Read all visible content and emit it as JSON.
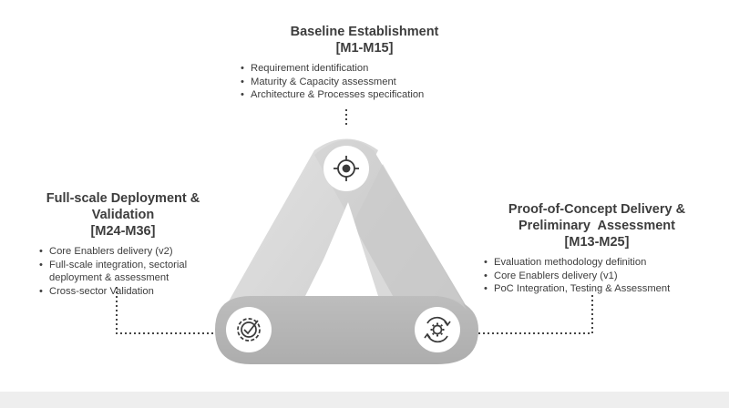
{
  "phases": {
    "baseline": {
      "title": "Baseline Establishment",
      "period": "[M1-M15]",
      "items": [
        "Requirement identification",
        "Maturity & Capacity assessment",
        "Architecture & Processes specification"
      ]
    },
    "fullscale": {
      "title_line1": "Full-scale Deployment &",
      "title_line2": "Validation",
      "period": "[M24-M36]",
      "items": [
        "Core Enablers delivery (v2)",
        "Full-scale integration, sectorial deployment & assessment",
        "Cross-sector Validation"
      ]
    },
    "poc": {
      "title_line1": "Proof-of-Concept Delivery &",
      "title_line2": "Preliminary  Assessment",
      "period": "[M13-M25]",
      "items": [
        "Evaluation methodology definition",
        "Core Enablers delivery (v1)",
        "PoC Integration, Testing & Assessment"
      ]
    }
  },
  "icons": {
    "top": "target-icon",
    "left": "checkmark-badge-icon",
    "right": "gear-cycle-icon"
  },
  "colors": {
    "band_light": "#dcdcdc",
    "band_mid": "#c9c9c9",
    "band_dark": "#b5b5b5",
    "icon_circle": "#ffffff",
    "icon_stroke": "#3a3a3a",
    "text": "#3d3d3d"
  }
}
